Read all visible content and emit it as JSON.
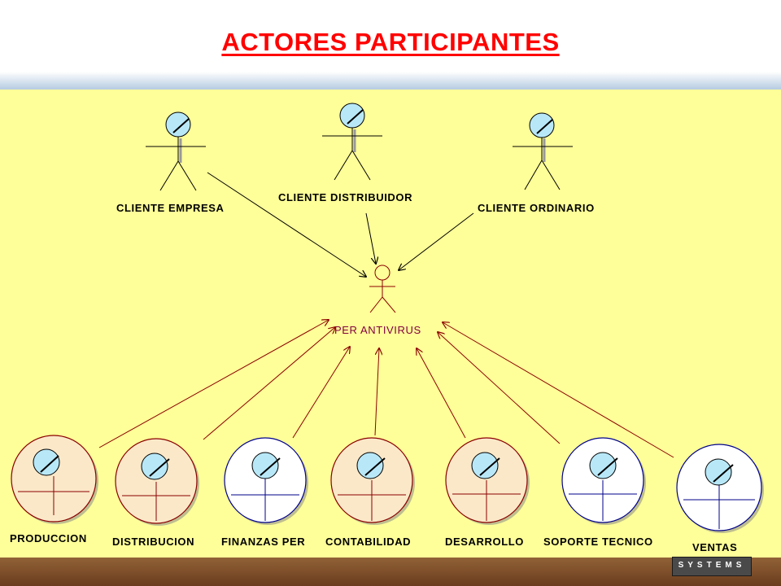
{
  "title": "ACTORES PARTICIPANTES",
  "central_actor": {
    "label": "PER ANTIVIRUS"
  },
  "top_actors": [
    {
      "label": "CLIENTE EMPRESA"
    },
    {
      "label": "CLIENTE DISTRIBUIDOR"
    },
    {
      "label": "CLIENTE ORDINARIO"
    }
  ],
  "bottom_actors": [
    {
      "label": "PRODUCCION",
      "variant": "red"
    },
    {
      "label": "DISTRIBUCION",
      "variant": "red"
    },
    {
      "label": "FINANZAS PER",
      "variant": "blue"
    },
    {
      "label": "CONTABILIDAD",
      "variant": "red"
    },
    {
      "label": "DESARROLLO",
      "variant": "red"
    },
    {
      "label": "SOPORTE TECNICO",
      "variant": "blue"
    },
    {
      "label": "VENTAS",
      "variant": "blue"
    }
  ],
  "logo": {
    "text": "SYSTEMS"
  },
  "colors": {
    "title": "#ff0000",
    "panel": "#ffff99",
    "actor_head": "#b8e8f8",
    "circle_red_fill": "#fbe8c8",
    "circle_blue_fill": "#ffffff",
    "arrow_top": "#000000",
    "arrow_bottom": "#8b0000"
  }
}
